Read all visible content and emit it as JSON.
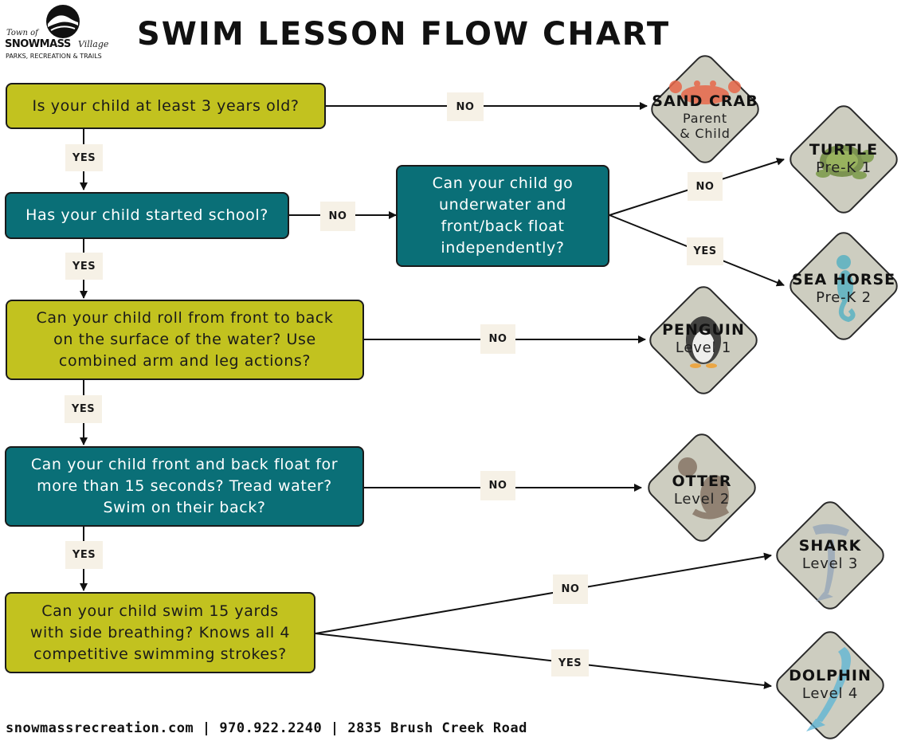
{
  "logo": {
    "town": "Town of",
    "name": "SNOWMASS",
    "village": "Village",
    "subtitle": "PARKS, RECREATION & TRAILS"
  },
  "title": "SWIM LESSON FLOW CHART",
  "questions": {
    "q1": "Is your child at least 3 years old?",
    "q2": "Has your child started school?",
    "q2b": "Can your child go\nunderwater and\nfront/back float\nindependently?",
    "q3": "Can your child roll from front to back\non the surface of the water? Use\ncombined arm and leg actions?",
    "q4": "Can your child front and back float for\nmore than 15 seconds? Tread water?\nSwim on their back?",
    "q5": "Can your child swim 15 yards\nwith side breathing? Knows all 4\ncompetitive swimming strokes?"
  },
  "labels": {
    "yes": "YES",
    "no": "NO"
  },
  "levels": {
    "sandcrab": {
      "name": "SAND CRAB",
      "sub": "Parent\n& Child",
      "icon": "crab-icon"
    },
    "turtle": {
      "name": "TURTLE",
      "sub": "Pre-K 1",
      "icon": "turtle-icon"
    },
    "seahorse": {
      "name": "SEA HORSE",
      "sub": "Pre-K 2",
      "icon": "seahorse-icon"
    },
    "penguin": {
      "name": "PENGUIN",
      "sub": "Level 1",
      "icon": "penguin-icon"
    },
    "otter": {
      "name": "OTTER",
      "sub": "Level 2",
      "icon": "otter-icon"
    },
    "shark": {
      "name": "SHARK",
      "sub": "Level 3",
      "icon": "shark-icon"
    },
    "dolphin": {
      "name": "DOLPHIN",
      "sub": "Level 4",
      "icon": "dolphin-icon"
    }
  },
  "colors": {
    "olive": "#c2c21f",
    "teal": "#0a6f77",
    "diamond": "#cdcdc0",
    "label_bg": "#f6f1e6"
  },
  "footer": "snowmassrecreation.com | 970.922.2240 | 2835 Brush Creek Road"
}
